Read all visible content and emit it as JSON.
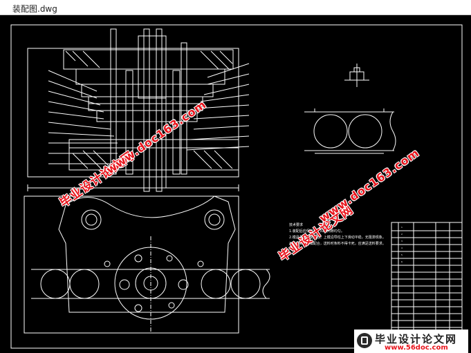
{
  "window": {
    "file_title": "装配图.dwg"
  },
  "watermarks": {
    "site_cn": "毕业设计论文网",
    "site_url": "www.doc163.com"
  },
  "tech_notes": {
    "heading": "技术要求",
    "lines": [
      "1.装配后应保证凸、凹模间隙均匀。",
      "2.模具各零件装配后，上模沿导柱上下滑动平稳，无阻滞现象。",
      "3.导料板与凹模配合，送料时条料不得卡死，应满足送料要求。"
    ]
  },
  "logo": {
    "name": "毕业设计论文网",
    "url": "www.56doc.com"
  },
  "colors": {
    "canvas": "#000000",
    "line": "#ffffff",
    "watermark": "#e8141c"
  }
}
